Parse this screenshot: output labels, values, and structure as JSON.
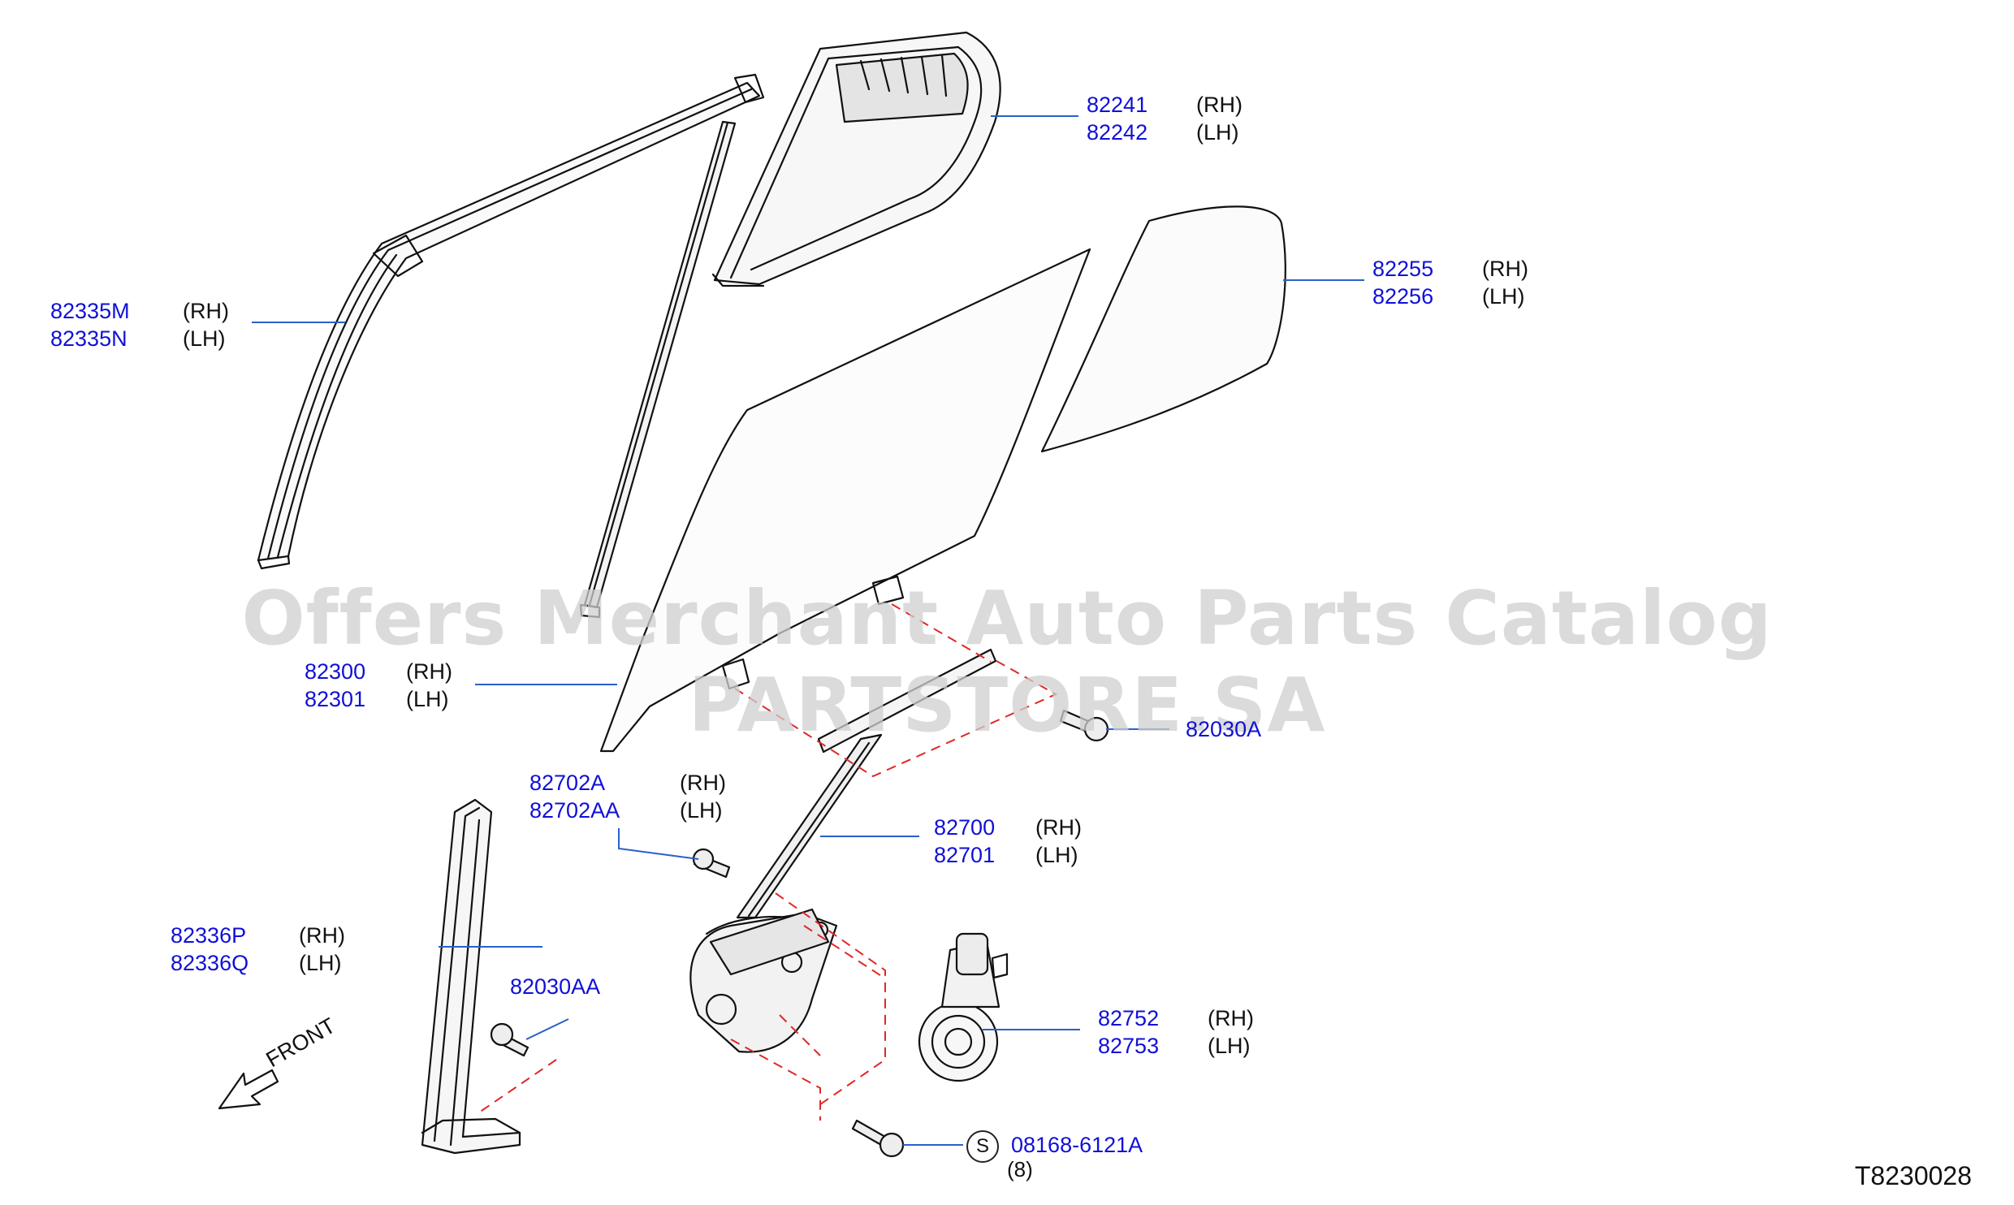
{
  "watermark": "Offers Merchant Auto Parts Catalog PARTSTORE.SA",
  "diagram_code": "T8230028",
  "front_label": "FRONT",
  "callouts": [
    {
      "id": "sash-front",
      "parts": [
        "82241",
        "82242"
      ],
      "sides": [
        "(RH)",
        "(LH)"
      ]
    },
    {
      "id": "quarter-glass",
      "parts": [
        "82255",
        "82256"
      ],
      "sides": [
        "(RH)",
        "(LH)"
      ]
    },
    {
      "id": "sash-outer",
      "parts": [
        "82335M",
        "82335N"
      ],
      "sides": [
        "(RH)",
        "(LH)"
      ]
    },
    {
      "id": "door-glass",
      "parts": [
        "82300",
        "82301"
      ],
      "sides": [
        "(RH)",
        "(LH)"
      ]
    },
    {
      "id": "bolt-glass",
      "parts": [
        "82030A"
      ],
      "sides": []
    },
    {
      "id": "bolt-regulator",
      "parts": [
        "82702A",
        "82702AA"
      ],
      "sides": [
        "(RH)",
        "(LH)"
      ]
    },
    {
      "id": "regulator",
      "parts": [
        "82700",
        "82701"
      ],
      "sides": [
        "(RH)",
        "(LH)"
      ]
    },
    {
      "id": "sash-rear",
      "parts": [
        "82336P",
        "82336Q"
      ],
      "sides": [
        "(RH)",
        "(LH)"
      ]
    },
    {
      "id": "bolt-sash",
      "parts": [
        "82030AA"
      ],
      "sides": []
    },
    {
      "id": "motor",
      "parts": [
        "82752",
        "82753"
      ],
      "sides": [
        "(RH)",
        "(LH)"
      ]
    },
    {
      "id": "screw",
      "parts": [
        "08168-6121A"
      ],
      "sides": [],
      "symbol": "S",
      "qty": "(8)"
    }
  ]
}
